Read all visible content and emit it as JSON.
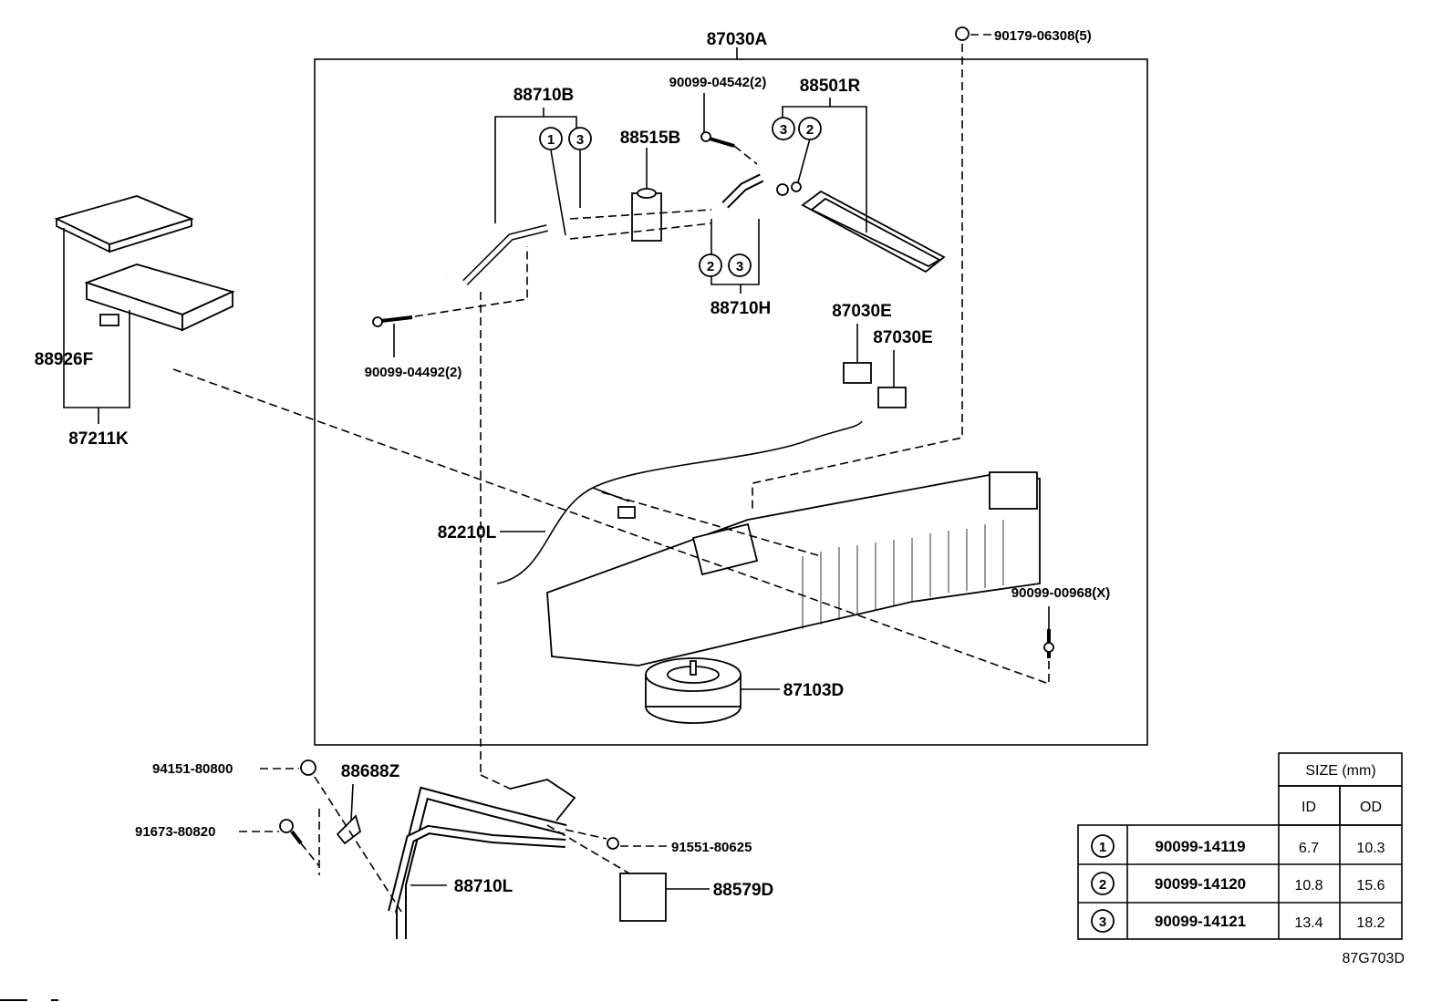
{
  "diagram_id": "87G703D",
  "labels": {
    "assembly": "87030A",
    "nut": "90179-06308(5)",
    "pipe_b": "88710B",
    "screw_top": "90099-04542(2)",
    "evaporator": "88501R",
    "valve": "88515B",
    "pipe_h": "88710H",
    "connector_1": "87030E",
    "connector_2": "87030E",
    "filter": "88926F",
    "filter_case": "87211K",
    "bolt_left": "90099-04492(2)",
    "wire_harness": "82210L",
    "screw_right": "90099-00968(X)",
    "blower": "87103D",
    "grommet": "94151-80800",
    "bracket": "88688Z",
    "bolt_bottom": "91673-80820",
    "screw_bottom": "91551-80625",
    "pipe_l": "88710L",
    "pad": "88579D"
  },
  "callouts": {
    "c1": "1",
    "c2": "2",
    "c3": "3"
  },
  "size_table": {
    "header": "SIZE (mm)",
    "col_id": "ID",
    "col_od": "OD",
    "rows": [
      {
        "ref": "1",
        "part": "90099-14119",
        "id": "6.7",
        "od": "10.3"
      },
      {
        "ref": "2",
        "part": "90099-14120",
        "id": "10.8",
        "od": "15.6"
      },
      {
        "ref": "3",
        "part": "90099-14121",
        "id": "13.4",
        "od": "18.2"
      }
    ]
  }
}
